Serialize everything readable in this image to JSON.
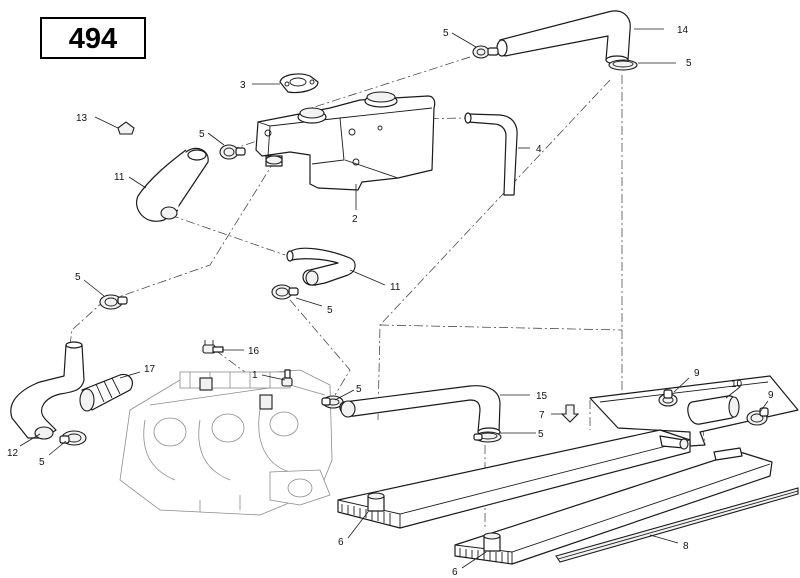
{
  "page_number": "494",
  "callouts": [
    {
      "id": "c5a",
      "text": "5"
    },
    {
      "id": "c14",
      "text": "14"
    },
    {
      "id": "c5b",
      "text": "5"
    },
    {
      "id": "c3",
      "text": "3"
    },
    {
      "id": "c13",
      "text": "13"
    },
    {
      "id": "c5c",
      "text": "5"
    },
    {
      "id": "c4",
      "text": "4"
    },
    {
      "id": "c11a",
      "text": "11"
    },
    {
      "id": "c2",
      "text": "2"
    },
    {
      "id": "c5d",
      "text": "5"
    },
    {
      "id": "c11b",
      "text": "11"
    },
    {
      "id": "c5e",
      "text": "5"
    },
    {
      "id": "c16",
      "text": "16"
    },
    {
      "id": "c17",
      "text": "17"
    },
    {
      "id": "c1",
      "text": "1"
    },
    {
      "id": "c5f",
      "text": "5"
    },
    {
      "id": "c15",
      "text": "15"
    },
    {
      "id": "c9a",
      "text": "9"
    },
    {
      "id": "c10",
      "text": "10"
    },
    {
      "id": "c9b",
      "text": "9"
    },
    {
      "id": "c7",
      "text": "7"
    },
    {
      "id": "c5g",
      "text": "5"
    },
    {
      "id": "c12",
      "text": "12"
    },
    {
      "id": "c5h",
      "text": "5"
    },
    {
      "id": "c6a",
      "text": "6"
    },
    {
      "id": "c8",
      "text": "8"
    },
    {
      "id": "c6b",
      "text": "6"
    }
  ]
}
